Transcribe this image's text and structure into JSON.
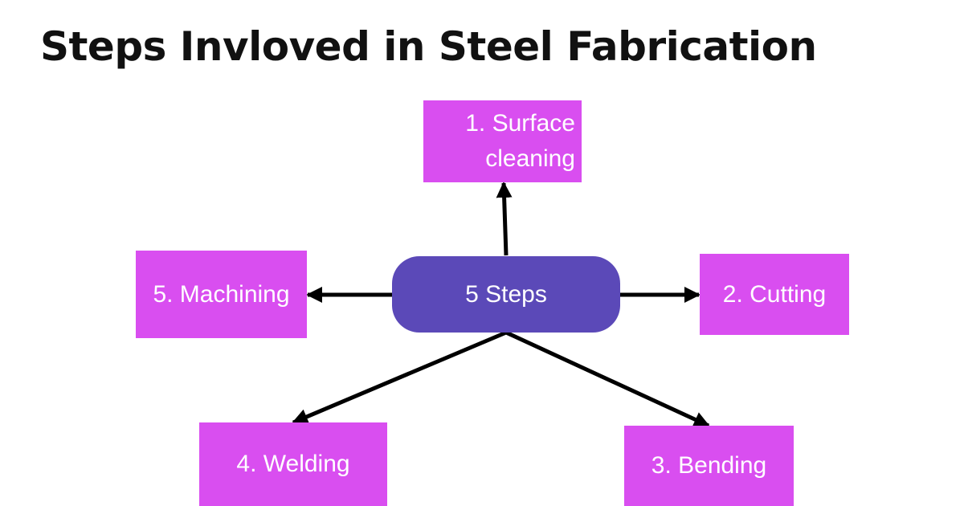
{
  "title": "Steps Invloved in Steel Fabrication",
  "hub": {
    "label": "5 Steps"
  },
  "steps": [
    {
      "label": "1. Surface cleaning"
    },
    {
      "label": "2. Cutting"
    },
    {
      "label": "3. Bending"
    },
    {
      "label": "4. Welding"
    },
    {
      "label": "5. Machining"
    }
  ],
  "colors": {
    "hub": "#5b49b8",
    "step_box": "#d94ef0",
    "arrow": "#000000",
    "title": "#111111"
  }
}
